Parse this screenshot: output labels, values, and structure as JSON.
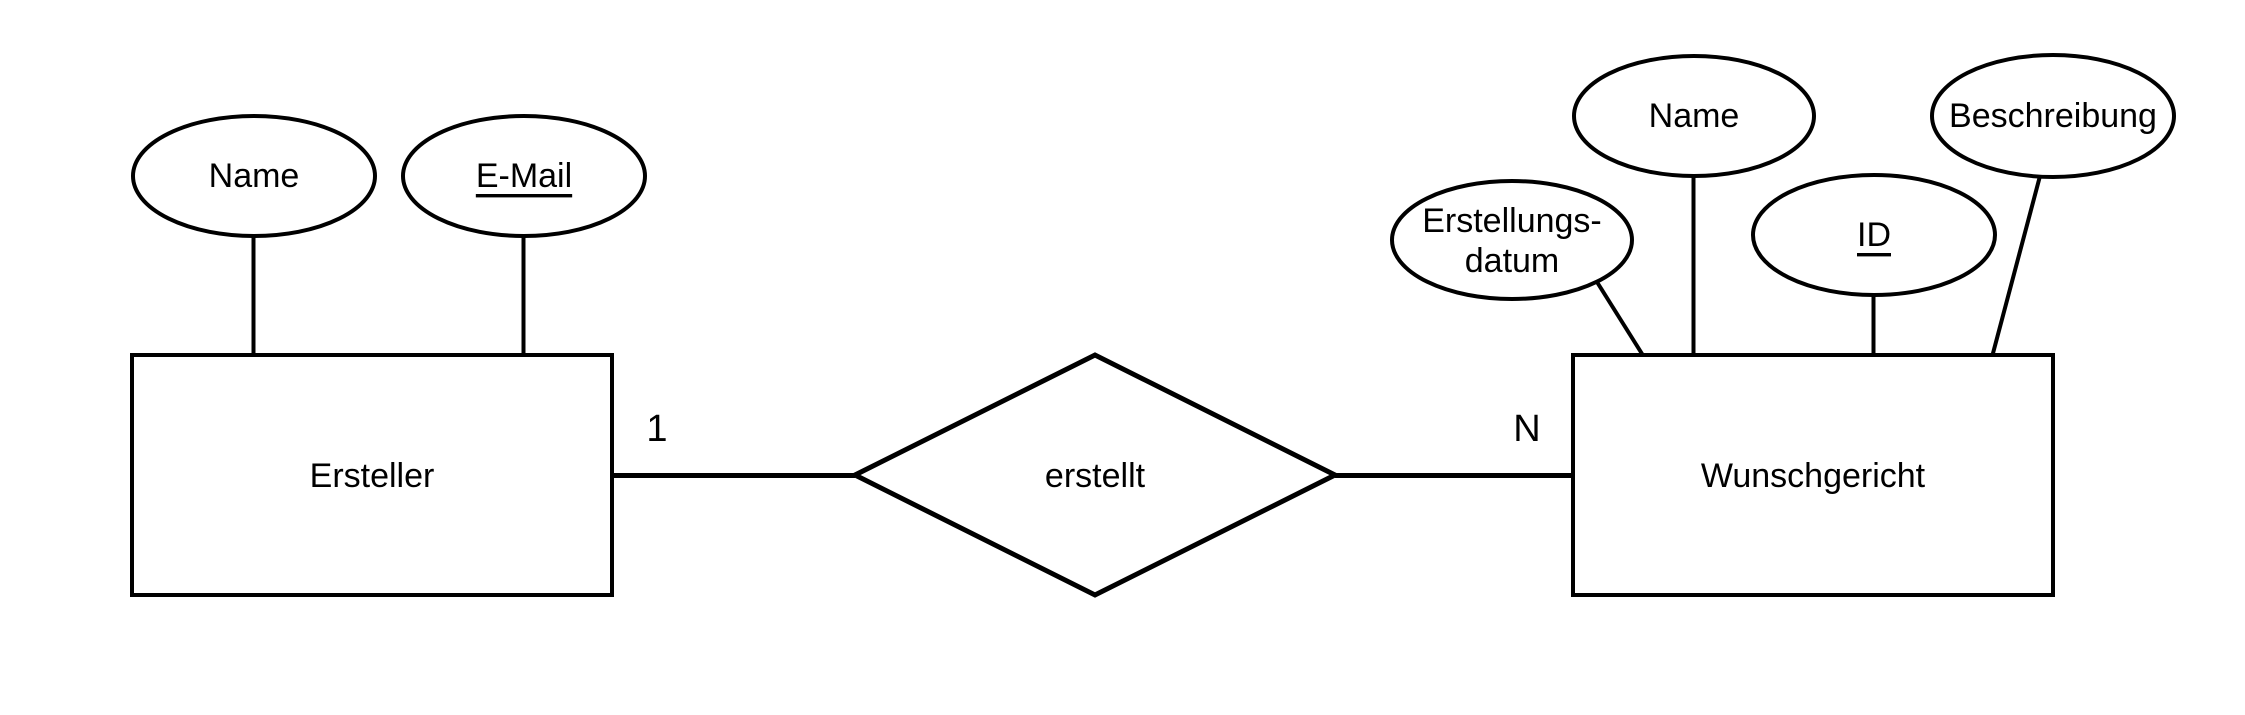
{
  "diagram": {
    "type": "entity-relationship-diagram",
    "background_color": "#ffffff",
    "stroke_color": "#000000",
    "text_color": "#000000",
    "entities": [
      {
        "id": "ersteller",
        "label": "Ersteller"
      },
      {
        "id": "wunschgericht",
        "label": "Wunschgericht"
      }
    ],
    "relationship": {
      "label": "erstellt",
      "cardinality_left": "1",
      "cardinality_right": "N"
    },
    "attributes": {
      "ersteller": [
        {
          "label": "Name",
          "is_key": false
        },
        {
          "label": "E-Mail",
          "is_key": true
        }
      ],
      "wunschgericht": [
        {
          "line1": "Erstellungs-",
          "line2": "datum",
          "is_key": false
        },
        {
          "label": "Name",
          "is_key": false
        },
        {
          "label": "ID",
          "is_key": true
        },
        {
          "label": "Beschreibung",
          "is_key": false
        }
      ]
    }
  }
}
